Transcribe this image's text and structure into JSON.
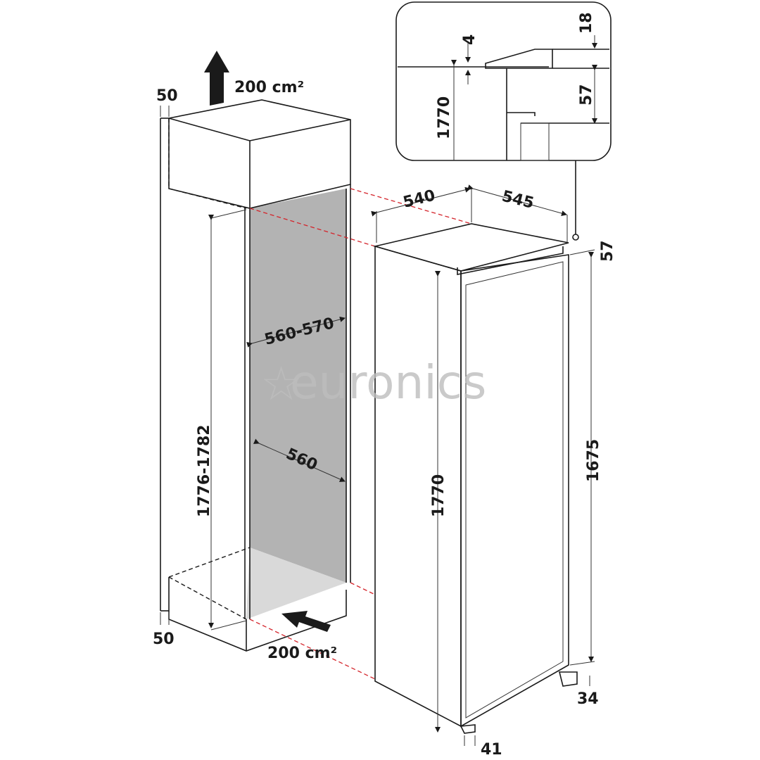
{
  "watermark": "euronics",
  "colors": {
    "lines": "#1a1a1a",
    "alignment_dashes": "#d4242b",
    "cabinet_interior": "#b3b3b3",
    "watermark": "#bdbdbd"
  },
  "cabinet": {
    "top_gap": "50",
    "top_vent": "200 cm²",
    "height": "1776-1782",
    "width": "560-570",
    "depth": "560",
    "bottom_gap": "50",
    "bottom_vent": "200 cm²"
  },
  "appliance": {
    "width": "540",
    "depth": "545",
    "top_offset": "57",
    "height": "1770",
    "door_height": "1675",
    "door_bottom": "34",
    "front_offset": "41"
  },
  "detail_inset": {
    "gap": "4",
    "top": "18",
    "height": "1770",
    "offset": "57"
  }
}
